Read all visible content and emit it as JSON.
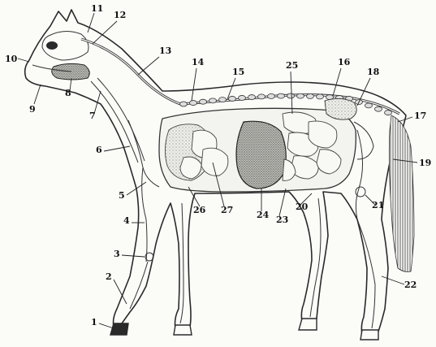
{
  "figure": {
    "labels": [
      {
        "id": "1",
        "text": "1"
      },
      {
        "id": "2",
        "text": "2"
      },
      {
        "id": "3",
        "text": "3"
      },
      {
        "id": "4",
        "text": "4"
      },
      {
        "id": "5",
        "text": "5"
      },
      {
        "id": "6",
        "text": "6"
      },
      {
        "id": "7",
        "text": "7"
      },
      {
        "id": "8",
        "text": "8"
      },
      {
        "id": "9",
        "text": "9"
      },
      {
        "id": "10",
        "text": "10"
      },
      {
        "id": "11",
        "text": "11"
      },
      {
        "id": "12",
        "text": "12"
      },
      {
        "id": "13",
        "text": "13"
      },
      {
        "id": "14",
        "text": "14"
      },
      {
        "id": "15",
        "text": "15"
      },
      {
        "id": "16",
        "text": "16"
      },
      {
        "id": "17",
        "text": "17"
      },
      {
        "id": "18",
        "text": "18"
      },
      {
        "id": "19",
        "text": "19"
      },
      {
        "id": "20",
        "text": "20"
      },
      {
        "id": "21",
        "text": "21"
      },
      {
        "id": "22",
        "text": "22"
      },
      {
        "id": "23",
        "text": "23"
      },
      {
        "id": "24",
        "text": "24"
      },
      {
        "id": "25",
        "text": "25"
      },
      {
        "id": "26",
        "text": "26"
      },
      {
        "id": "27",
        "text": "27"
      }
    ]
  }
}
